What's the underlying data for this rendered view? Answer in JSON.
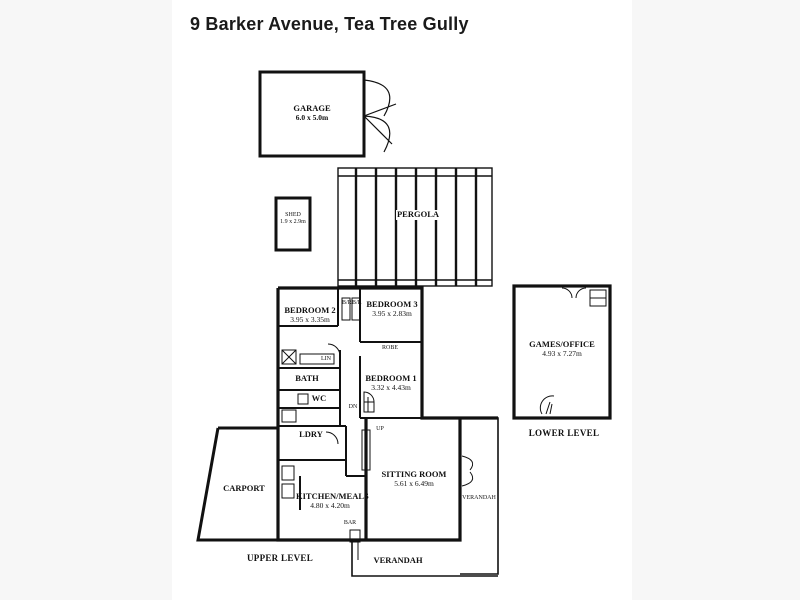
{
  "title": "9 Barker Avenue, Tea Tree Gully",
  "rooms": {
    "garage": {
      "name": "GARAGE",
      "size": "6.0 x 5.0m"
    },
    "shed": {
      "name": "SHED",
      "size": "1.9 x 2.9m"
    },
    "pergola": {
      "name": "PERGOLA"
    },
    "bedroom2": {
      "name": "BEDROOM 2",
      "size": "3.95 x 3.35m"
    },
    "bedroom3": {
      "name": "BEDROOM 3",
      "size": "3.95 x 2.83m"
    },
    "bedroom1": {
      "name": "BEDROOM 1",
      "size": "3.32 x 4.43m"
    },
    "bath": {
      "name": "BATH"
    },
    "wc": {
      "name": "WC"
    },
    "ldry": {
      "name": "LDRY"
    },
    "sitting": {
      "name": "SITTING ROOM",
      "size": "5.61 x 6.49m"
    },
    "kitchen": {
      "name": "KITCHEN/MEALS",
      "size": "4.80 x 4.20m"
    },
    "carport": {
      "name": "CARPORT"
    },
    "verandah_east": {
      "name": "VERANDAH"
    },
    "verandah_south": {
      "name": "VERANDAH"
    },
    "games": {
      "name": "GAMES/OFFICE",
      "size": "4.93 x 7.27m"
    }
  },
  "levels": {
    "upper": "UPPER LEVEL",
    "lower": "LOWER LEVEL"
  },
  "small_labels": {
    "bir2": "B/R",
    "bir3": "B/R",
    "robe": "ROBE",
    "linen": "LIN",
    "dn": "DN",
    "up": "UP",
    "bar": "BAR"
  }
}
